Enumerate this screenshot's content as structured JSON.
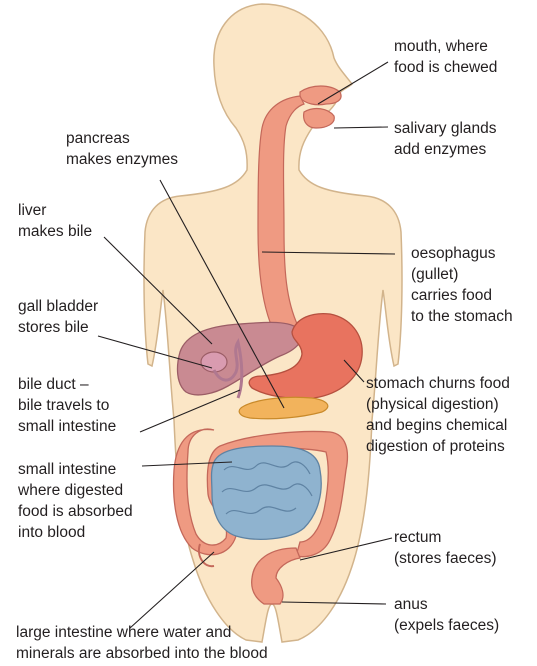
{
  "labels": {
    "mouth": [
      "mouth, where",
      "food is chewed"
    ],
    "salivary": [
      "salivary glands",
      "add enzymes"
    ],
    "pancreas": [
      "pancreas",
      "makes enzymes"
    ],
    "liver": [
      "liver",
      "makes bile"
    ],
    "oesophagus": [
      "oesophagus",
      "(gullet)",
      "carries food",
      "to the stomach"
    ],
    "gall_bladder": [
      "gall bladder",
      "stores bile"
    ],
    "bile_duct": [
      "bile duct –",
      "bile travels to",
      "small intestine"
    ],
    "stomach": [
      "stomach churns food",
      "(physical digestion)",
      "and begins chemical",
      "digestion of proteins"
    ],
    "small_intestine": [
      "small intestine",
      "where digested",
      "food is absorbed",
      "into blood"
    ],
    "rectum": [
      "rectum",
      "(stores faeces)"
    ],
    "anus": [
      "anus",
      "(expels faeces)"
    ],
    "large_intestine": [
      "large intestine where water and",
      "minerals are absorbed into the blood"
    ]
  },
  "colors": {
    "body": "#fbe6c6",
    "outline": "#d2b48c",
    "gut": "#ef9a82",
    "stomach": "#e8735f",
    "liver": "#c98a92",
    "small_intestine": "#8fb3cf",
    "pancreas": "#f2b35c",
    "leader": "#231f20"
  }
}
